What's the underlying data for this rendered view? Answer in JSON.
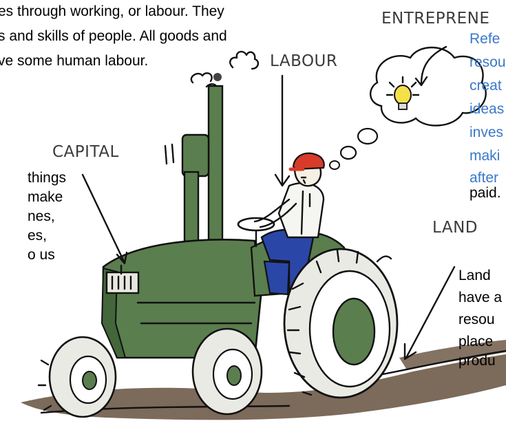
{
  "intro_lines": [
    "es through working, or labour. They",
    "s and skills of people. All goods and",
    "ve some human labour."
  ],
  "labels": {
    "entrepreneur": "ENTREPRENE",
    "labour": "LABOUR",
    "capital": "CAPITAL",
    "land": "LAND"
  },
  "entrepreneur_lines": [
    "Refe",
    "resou",
    "creat",
    "ideas",
    "inves",
    "maki",
    "after",
    "paid."
  ],
  "capital_lines": [
    "things",
    "make",
    "nes,",
    "es,",
    "o us"
  ],
  "land_lines": [
    "Land",
    "have a",
    "resou",
    "place",
    "produ"
  ],
  "colors": {
    "tractor_green": "#5a7e4e",
    "tractor_green_dark": "#44663b",
    "cap_red": "#d83b2a",
    "jeans_blue": "#2a47a8",
    "soil_brown": "#6e5a48",
    "bulb_yellow": "#f4e04a",
    "blue_text": "#3a78c8"
  },
  "icons": [
    "smoke-icon",
    "thought-bubble-icon",
    "light-bulb-icon",
    "tractor-illustration",
    "farmer-illustration"
  ]
}
